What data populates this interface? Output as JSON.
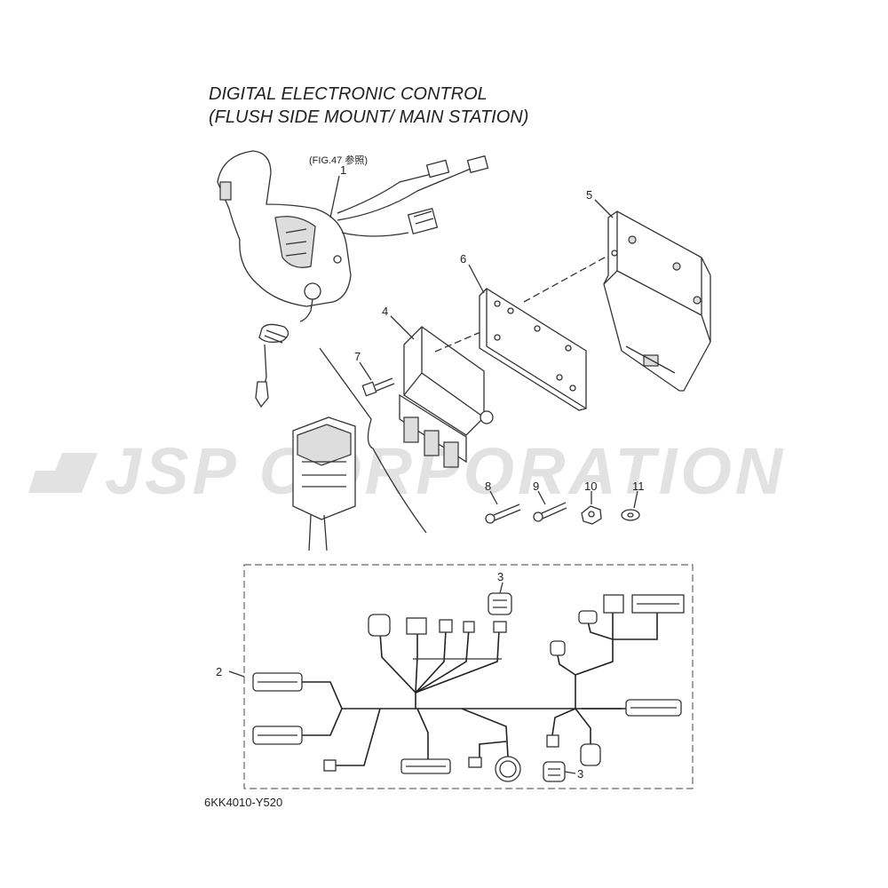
{
  "title": {
    "line1": "DIGITAL ELECTRONIC CONTROL",
    "line2": "(FLUSH SIDE MOUNT/ MAIN STATION)"
  },
  "figure_ref": "(FIG.47 参照)",
  "watermark": "JSP CORPORATION",
  "drawing_code": "6KK4010-Y520",
  "part_labels": [
    "1",
    "2",
    "3",
    "3",
    "4",
    "5",
    "6",
    "7",
    "8",
    "9",
    "10",
    "11"
  ],
  "colors": {
    "line": "#333333",
    "watermark": "#e2e2e2",
    "fill": "#dddddd"
  }
}
